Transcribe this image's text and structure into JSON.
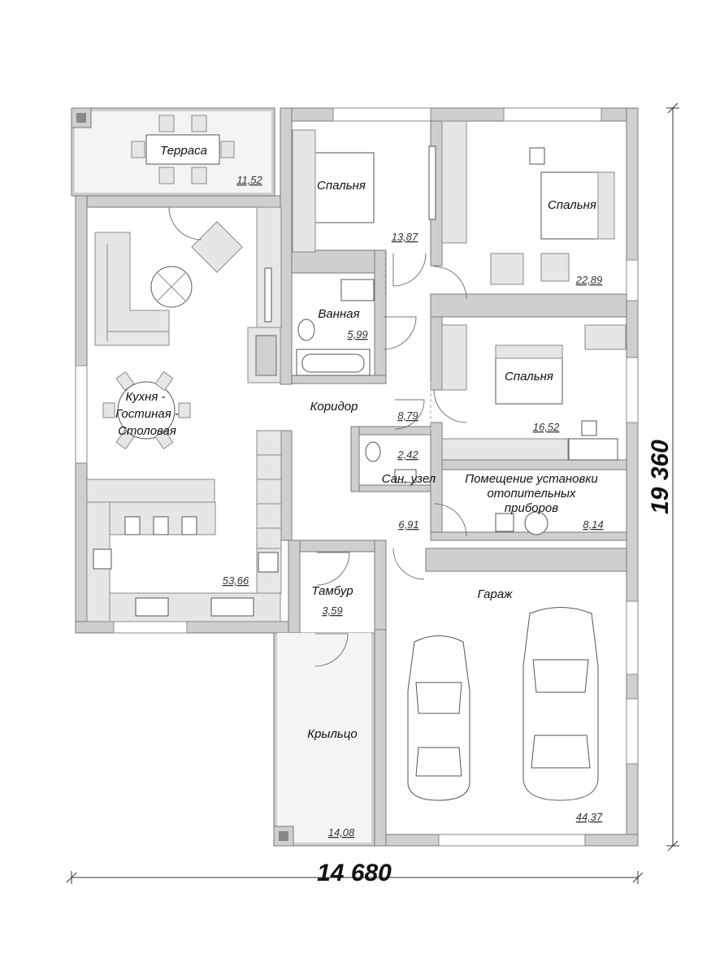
{
  "plan": {
    "rooms": [
      {
        "id": "terrace",
        "name": "Терраса",
        "area": "11,52"
      },
      {
        "id": "bedroom1",
        "name": "Спальня",
        "area": "13,87"
      },
      {
        "id": "bedroom2",
        "name": "Спальня",
        "area": "22,89"
      },
      {
        "id": "bathroom",
        "name": "Ванная",
        "area": "5,99"
      },
      {
        "id": "bedroom3",
        "name": "Спальня",
        "area": "16,52"
      },
      {
        "id": "kitchen",
        "name_lines": [
          "Кухня -",
          "Гостиная -",
          "Столовая"
        ],
        "area": "53,66"
      },
      {
        "id": "corridor",
        "name": "Коридор",
        "area": "8,79"
      },
      {
        "id": "wc",
        "name": "Сан. узел",
        "area": "2,42"
      },
      {
        "id": "hall",
        "name": "",
        "area": "6,91"
      },
      {
        "id": "boiler",
        "name_lines": [
          "Помещение установки",
          "отопительных",
          "приборов"
        ],
        "area": "8,14"
      },
      {
        "id": "vestibule",
        "name": "Тамбур",
        "area": "3,59"
      },
      {
        "id": "garage",
        "name": "Гараж",
        "area": "44,37"
      },
      {
        "id": "porch",
        "name": "Крыльцо",
        "area": "14,08"
      }
    ],
    "dimensions": {
      "width": "14 680",
      "height": "19 360"
    },
    "colors": {
      "wall": "#cfcfcf",
      "wall_line": "#7a7a7a",
      "background": "#ffffff",
      "text": "#111111"
    }
  }
}
